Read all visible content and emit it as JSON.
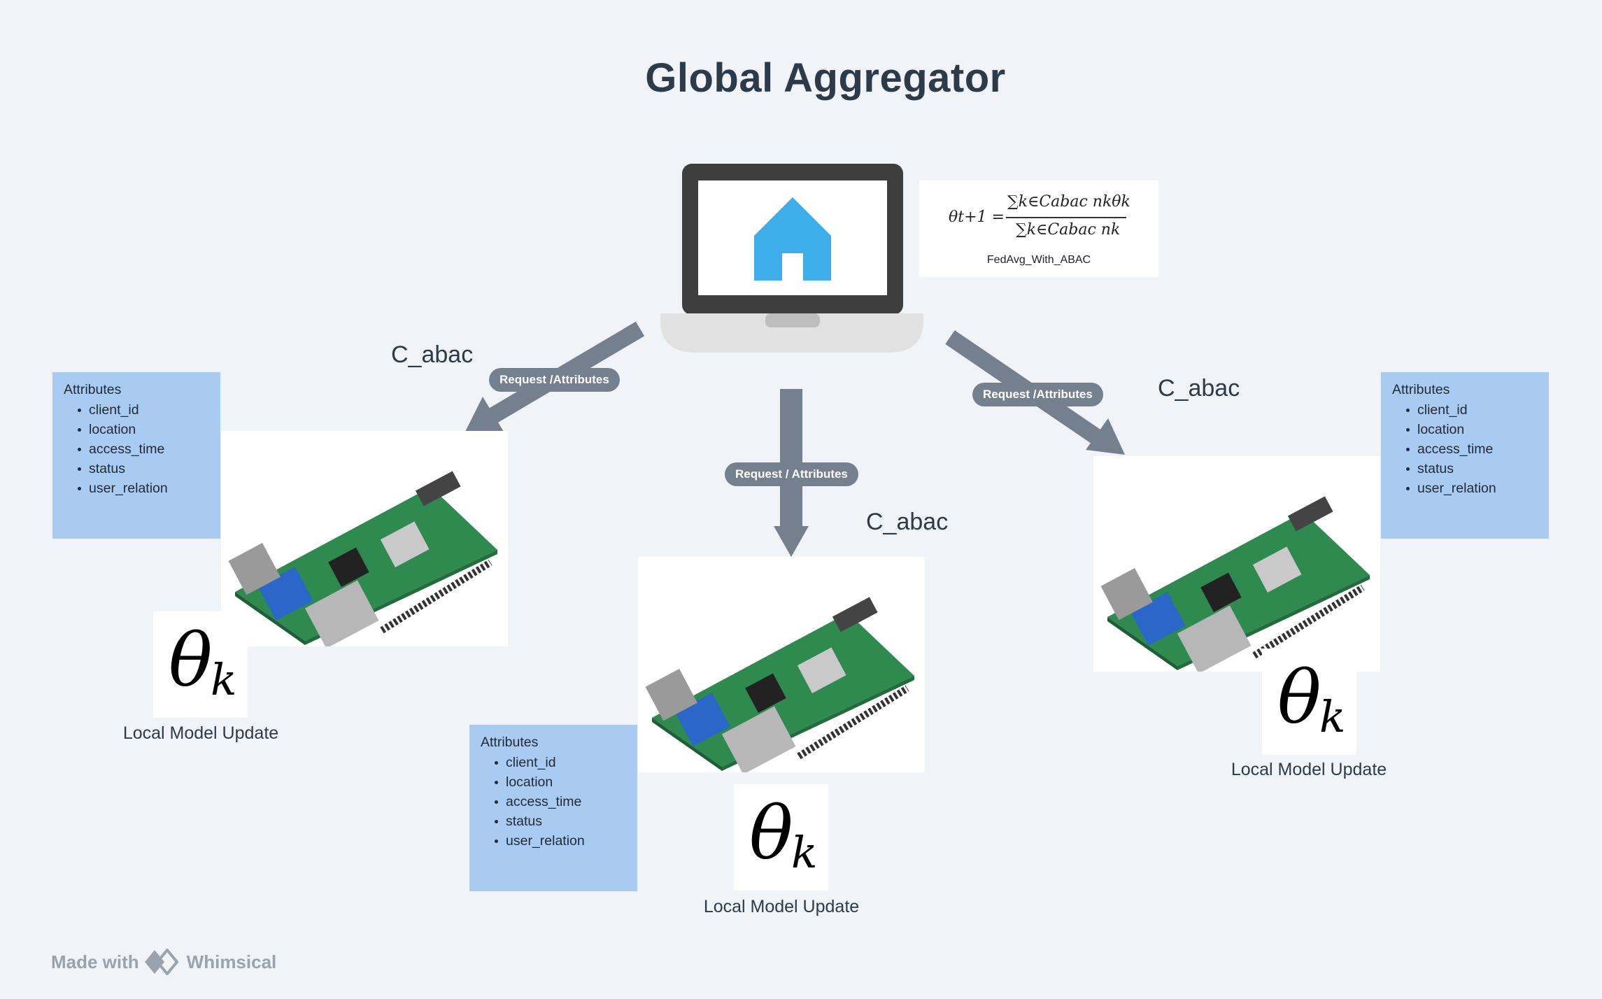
{
  "title": "Global Aggregator",
  "formula": {
    "lhs": "θt+1 =",
    "numerator": "∑k∈Cabac nkθk",
    "denominator": "∑k∈Cabac nk",
    "name": "FedAvg_With_ABAC"
  },
  "edges": {
    "left_label": "Request /Attributes",
    "center_label": "Request / Attributes",
    "right_label": "Request /Attributes"
  },
  "c_abac": "C_abac",
  "attributes": {
    "heading": "Attributes",
    "items": [
      "client_id",
      "location",
      "access_time",
      "status",
      "user_relation"
    ]
  },
  "theta": {
    "symbol": "θ",
    "subscript": "k"
  },
  "local_update": "Local Model Update",
  "footer": {
    "made_with": "Made with",
    "brand": "Whimsical"
  },
  "colors": {
    "background": "#f0f3f7",
    "arrow": "#74808e",
    "attribute_box": "#a9cbf2",
    "home_icon": "#3daee9",
    "board_pcb": "#2f8a4f"
  }
}
